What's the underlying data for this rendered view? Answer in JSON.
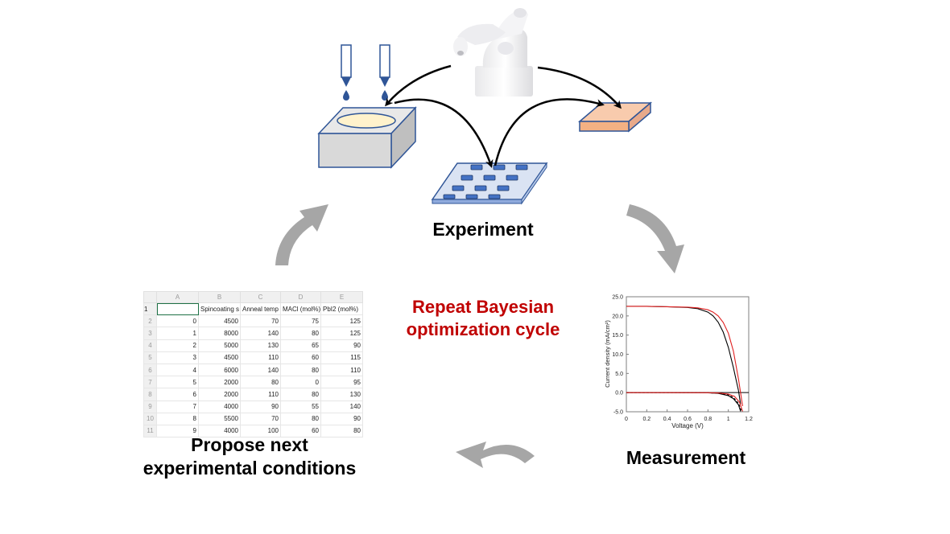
{
  "labels": {
    "experiment": "Experiment",
    "measurement": "Measurement",
    "propose_line1": "Propose next",
    "propose_line2": "experimental conditions",
    "cycle_line1": "Repeat Bayesian",
    "cycle_line2": "optimization cycle"
  },
  "colors": {
    "cycle_text": "#c00000",
    "cycle_arrow": "#a6a6a6",
    "box_face": "#d9d9d9",
    "substrate_blue": "#2f5597",
    "heater_plate": "#f8cbad",
    "film_ellipse": "#fff2cc",
    "jv_red": "#e02020",
    "jv_black": "#000000"
  },
  "spreadsheet": {
    "column_letters": [
      "A",
      "B",
      "C",
      "D",
      "E"
    ],
    "row_numbers": [
      "1",
      "2",
      "3",
      "4",
      "5",
      "6",
      "7",
      "8",
      "9",
      "10",
      "11"
    ],
    "headers": [
      "",
      "Spincoating s",
      "Anneal temp",
      "MACl (mol%)",
      "PbI2 (mol%)"
    ],
    "rows": [
      [
        "0",
        "4500",
        "70",
        "75",
        "125"
      ],
      [
        "1",
        "8000",
        "140",
        "80",
        "125"
      ],
      [
        "2",
        "5000",
        "130",
        "65",
        "90"
      ],
      [
        "3",
        "4500",
        "110",
        "60",
        "115"
      ],
      [
        "4",
        "6000",
        "140",
        "80",
        "110"
      ],
      [
        "5",
        "2000",
        "80",
        "0",
        "95"
      ],
      [
        "6",
        "2000",
        "110",
        "80",
        "130"
      ],
      [
        "7",
        "4000",
        "90",
        "55",
        "140"
      ],
      [
        "8",
        "5500",
        "70",
        "80",
        "90"
      ],
      [
        "9",
        "4000",
        "100",
        "60",
        "80"
      ]
    ]
  },
  "chart_data": {
    "type": "line",
    "title": "",
    "xlabel": "Voltage (V)",
    "ylabel": "Current density  (mA/cm²)",
    "xlim": [
      0,
      1.2
    ],
    "ylim": [
      -5.0,
      25.0
    ],
    "x_ticks": [
      "0",
      "0.2",
      "0.4",
      "0.6",
      "0.8",
      "1",
      "1.2"
    ],
    "y_ticks": [
      "-5.0",
      "0.0",
      "5.0",
      "10.0",
      "15.0",
      "20.0",
      "25.0"
    ],
    "series": [
      {
        "color": "#000000",
        "style": "solid",
        "x": [
          0,
          0.2,
          0.4,
          0.6,
          0.7,
          0.8,
          0.85,
          0.9,
          0.95,
          1.0,
          1.05,
          1.1,
          1.12
        ],
        "y": [
          22.5,
          22.5,
          22.4,
          22.2,
          21.9,
          21.0,
          20.0,
          18.4,
          15.8,
          11.8,
          6.5,
          0.5,
          -3.0
        ]
      },
      {
        "color": "#e02020",
        "style": "solid",
        "x": [
          0,
          0.2,
          0.4,
          0.6,
          0.7,
          0.8,
          0.85,
          0.9,
          0.95,
          1.0,
          1.05,
          1.1,
          1.14
        ],
        "y": [
          22.5,
          22.5,
          22.4,
          22.3,
          22.1,
          21.6,
          21.0,
          20.0,
          18.3,
          15.5,
          10.8,
          3.5,
          -3.5
        ]
      },
      {
        "color": "#000000",
        "style": "solid",
        "x": [
          0,
          0.4,
          0.8,
          0.9,
          1.0,
          1.05,
          1.1,
          1.12
        ],
        "y": [
          0,
          0,
          -0.05,
          -0.2,
          -0.8,
          -1.6,
          -3.2,
          -4.9
        ]
      },
      {
        "color": "#000000",
        "style": "dashed",
        "x": [
          0,
          0.4,
          0.8,
          0.9,
          1.0,
          1.05,
          1.1,
          1.13
        ],
        "y": [
          0,
          0,
          -0.05,
          -0.15,
          -0.6,
          -1.3,
          -2.8,
          -4.9
        ]
      },
      {
        "color": "#e02020",
        "style": "solid",
        "x": [
          0,
          0.4,
          0.8,
          0.9,
          1.0,
          1.06,
          1.11,
          1.14
        ],
        "y": [
          0,
          0,
          -0.02,
          -0.1,
          -0.4,
          -1.0,
          -2.5,
          -4.9
        ]
      }
    ]
  }
}
